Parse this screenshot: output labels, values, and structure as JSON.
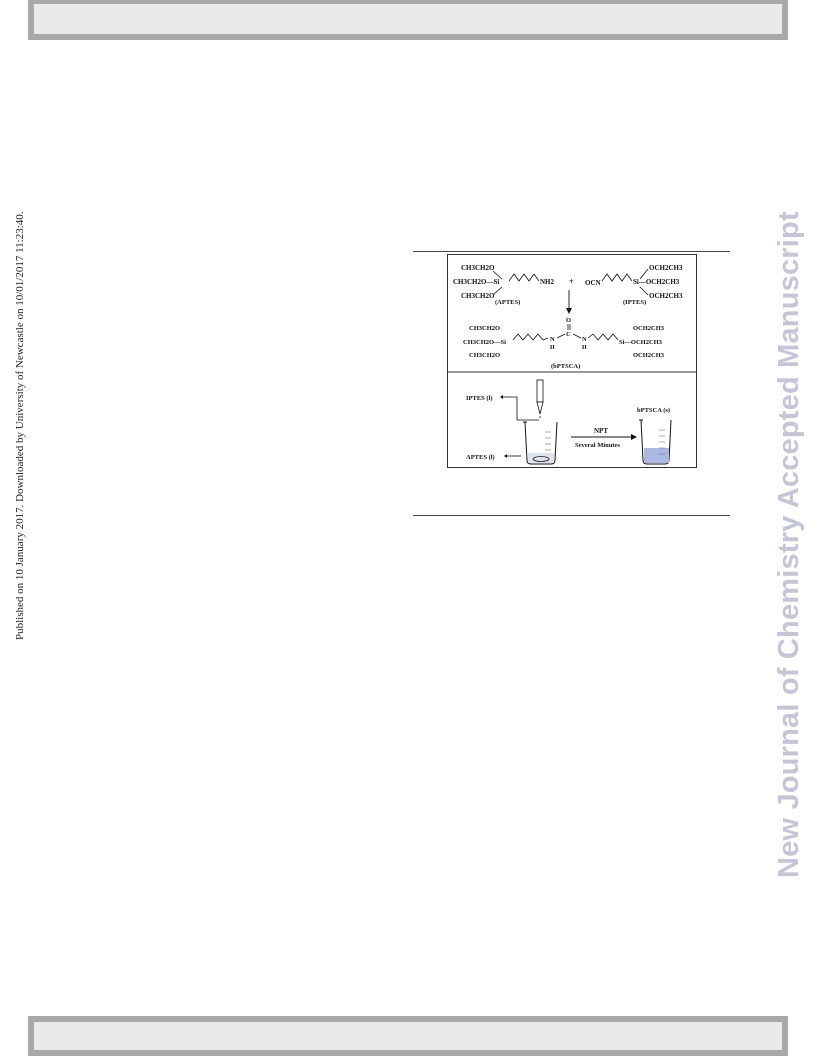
{
  "margin_note": "Published on 10 January 2017. Downloaded by University of Newcastle on 10/01/2017 11:23:40.",
  "watermark": "New Journal of Chemistry Accepted Manuscript",
  "scheme": {
    "aptes": {
      "groups": [
        "CH3CH2O",
        "CH3CH2O—Si",
        "CH3CH2O"
      ],
      "amine": "NH2",
      "label": "(APTES)"
    },
    "plus": "+",
    "iptes": {
      "groups": [
        "OCH2CH3",
        "Si—OCH2CH3",
        "OCH2CH3"
      ],
      "isocyanate": "OCN",
      "label": "(IPTES)"
    },
    "product": {
      "left_groups": [
        "CH3CH2O",
        "CH3CH2O—Si",
        "CH3CH2O"
      ],
      "right_groups": [
        "OCH2CH3",
        "Si—OCH2CH3",
        "OCH2CH3"
      ],
      "carbonyl_o": "O",
      "carbon": "C",
      "n1": "N",
      "h1": "H",
      "n2": "N",
      "h2": "H",
      "label": "(bPTSCA)"
    },
    "process": {
      "iptes_liquid": "IPTES (l)",
      "aptes_liquid": "APTES (l)",
      "product_solid": "bPTSCA (s)",
      "condition_top": "NPT",
      "condition_bottom": "Several Minutes"
    }
  }
}
